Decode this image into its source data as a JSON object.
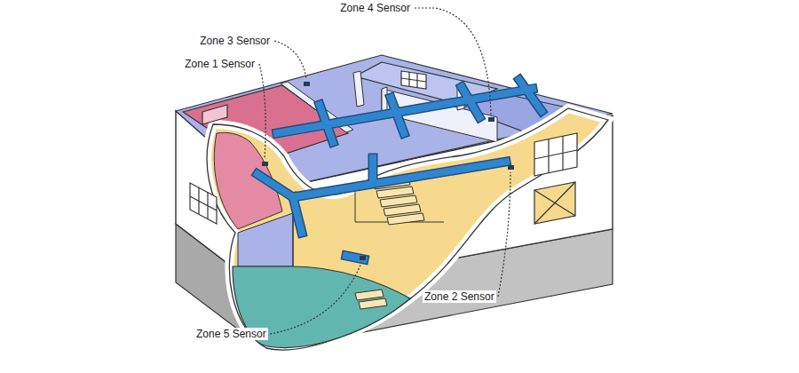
{
  "diagram": {
    "labels": [
      "Zone 4 Sensor",
      "Zone 3 Sensor",
      "Zone 1 Sensor",
      "Zone 2 Sensor",
      "Zone 5 Sensor"
    ]
  }
}
